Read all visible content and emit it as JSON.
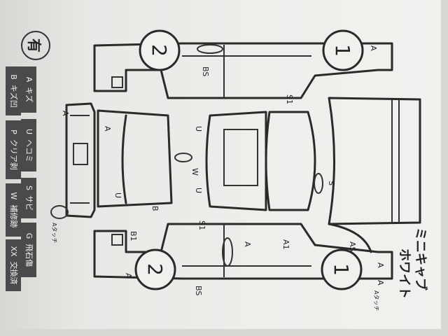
{
  "stamp": "有",
  "legend": [
    {
      "code": "A",
      "label": "キズ"
    },
    {
      "code": "U",
      "label": "ヘコミ"
    },
    {
      "code": "S",
      "label": "サビ"
    },
    {
      "code": "G",
      "label": "飛石傷"
    },
    {
      "code": "B",
      "label": "キズ凹"
    },
    {
      "code": "P",
      "label": "クリア剥"
    },
    {
      "code": "W",
      "label": "補修跡"
    },
    {
      "code": "XX",
      "label": "交換済"
    }
  ],
  "wheels": {
    "rear_left": "2",
    "front_left": "1",
    "rear_right": "2",
    "front_right": "1"
  },
  "handwritten": {
    "model": "ミニキャブ",
    "color": "ホワイト",
    "note1": "Aタッチ",
    "note2": "Aタッチ"
  },
  "marks": {
    "a": "A",
    "u": "U",
    "s": "S",
    "b": "B",
    "w": "W",
    "bs": "BS",
    "as": "AS",
    "a1": "A1",
    "s1": "S1",
    "b1": "B1"
  }
}
